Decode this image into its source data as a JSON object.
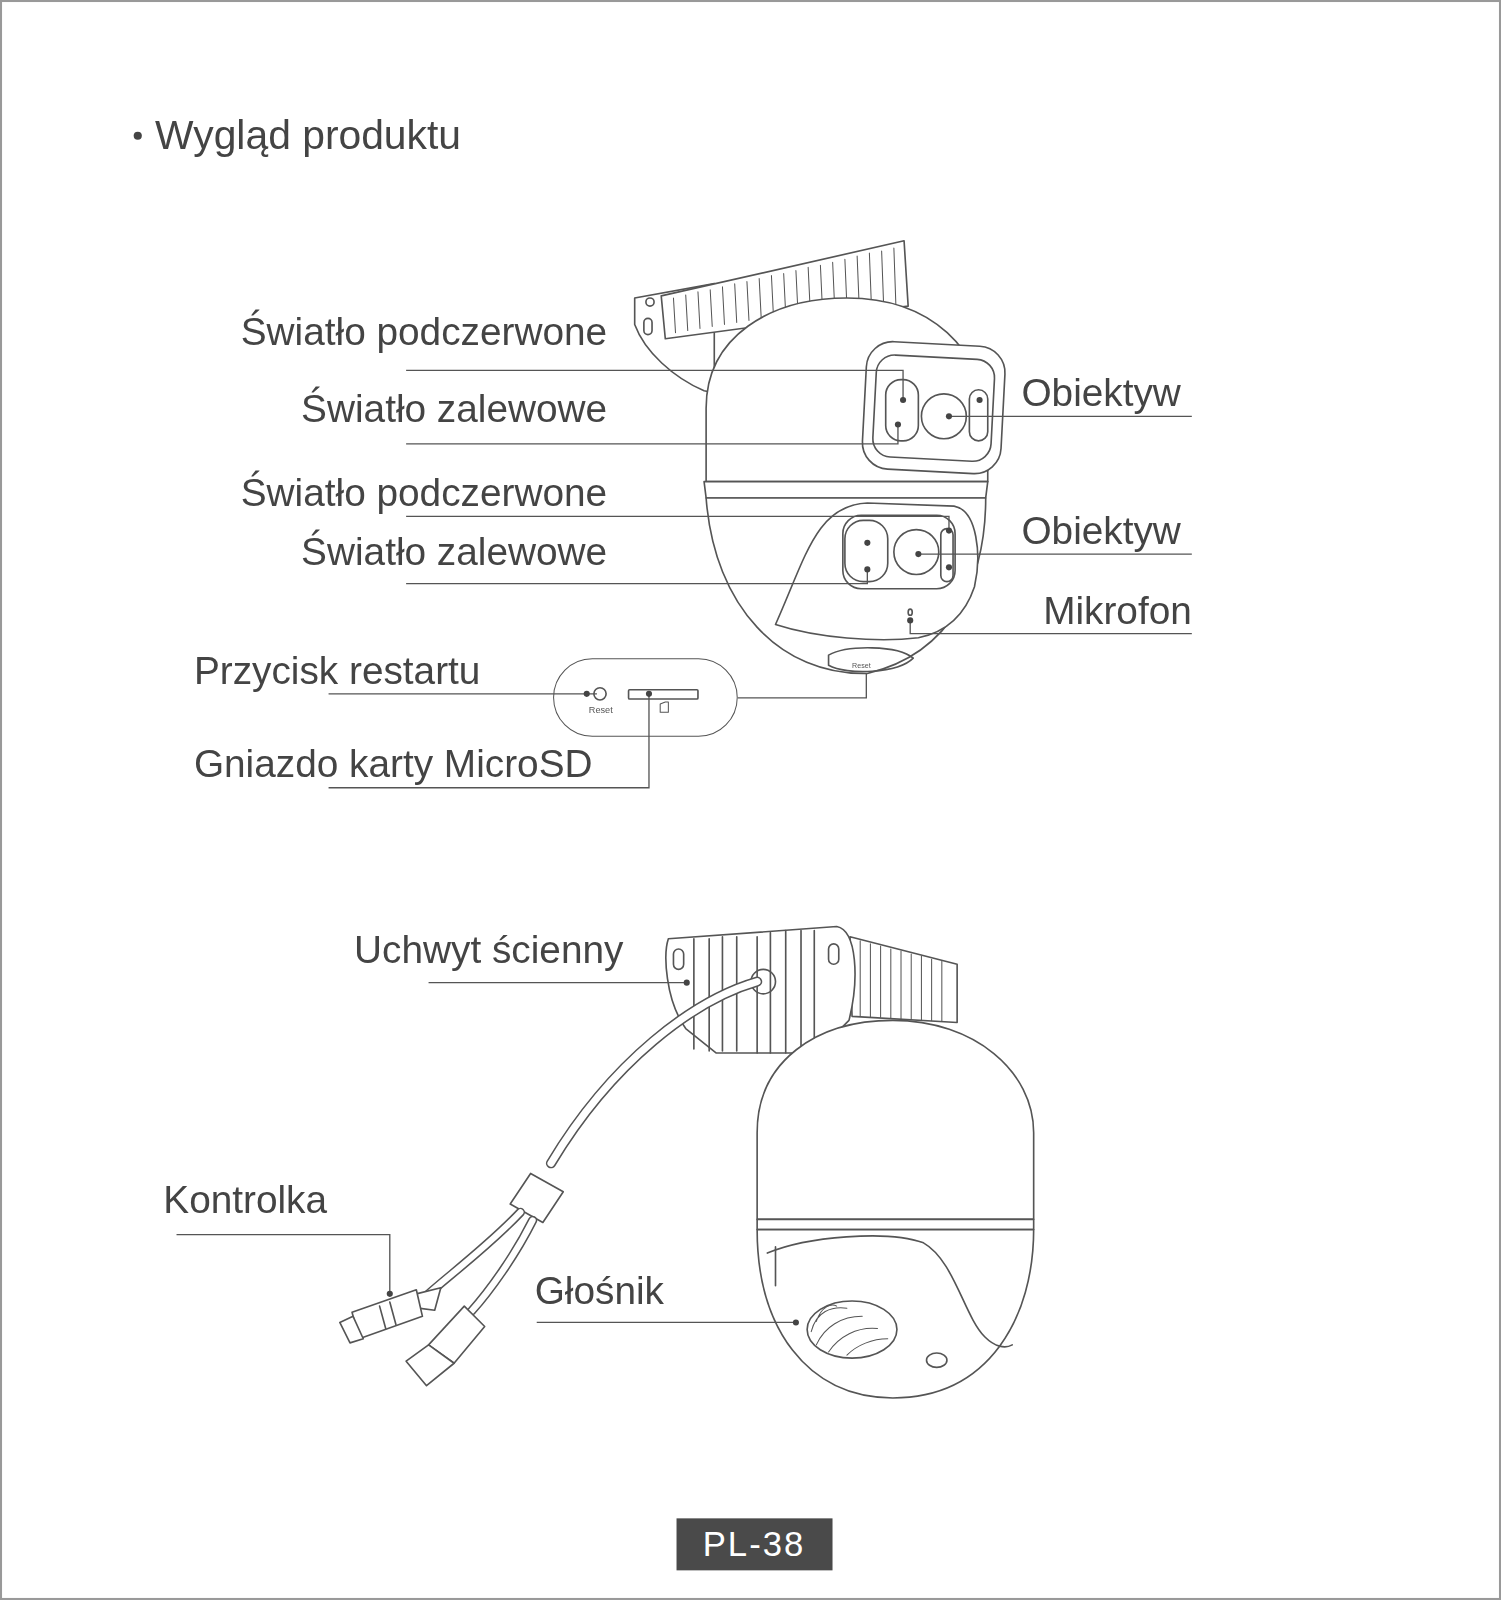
{
  "diagram": {
    "title": "Wygląd produktu",
    "nodes": [
      {
        "text": [
          "Reset"
        ]
      },
      {
        "text": [
          "PL-38"
        ]
      }
    ],
    "labels": [
      "Światło podczerwone",
      "Światło zalewowe",
      "Światło podczerwone",
      "Światło zalewowe",
      "Obiektyw",
      "Obiektyw",
      "Mikrofon",
      "Przycisk restartu",
      "Gniazdo karty MicroSD",
      "Uchwyt ścienny",
      "Kontrolka",
      "Głośnik"
    ]
  }
}
